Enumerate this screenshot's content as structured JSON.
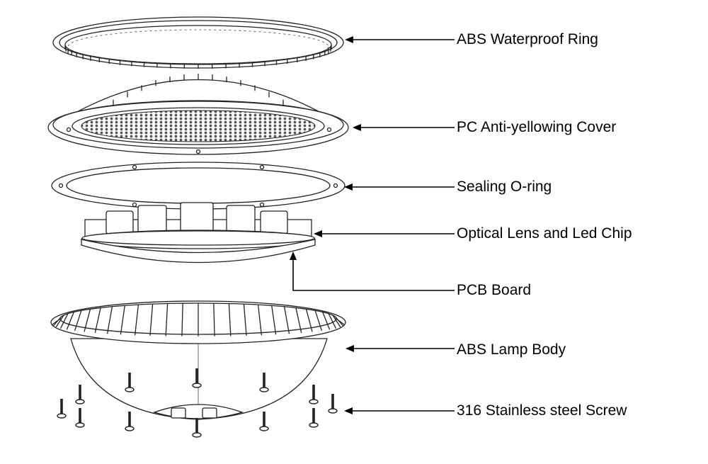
{
  "callouts": [
    {
      "id": "abs-waterproof-ring",
      "label": "ABS Waterproof Ring"
    },
    {
      "id": "pc-anti-yellowing-cover",
      "label": "PC Anti-yellowing Cover"
    },
    {
      "id": "sealing-o-ring",
      "label": "Sealing O-ring"
    },
    {
      "id": "optical-lens-led-chip",
      "label": "Optical Lens and Led Chip"
    },
    {
      "id": "pcb-board",
      "label": "PCB Board"
    },
    {
      "id": "abs-lamp-body",
      "label": "ABS Lamp Body"
    },
    {
      "id": "stainless-steel-screw",
      "label": "316 Stainless steel Screw"
    }
  ]
}
